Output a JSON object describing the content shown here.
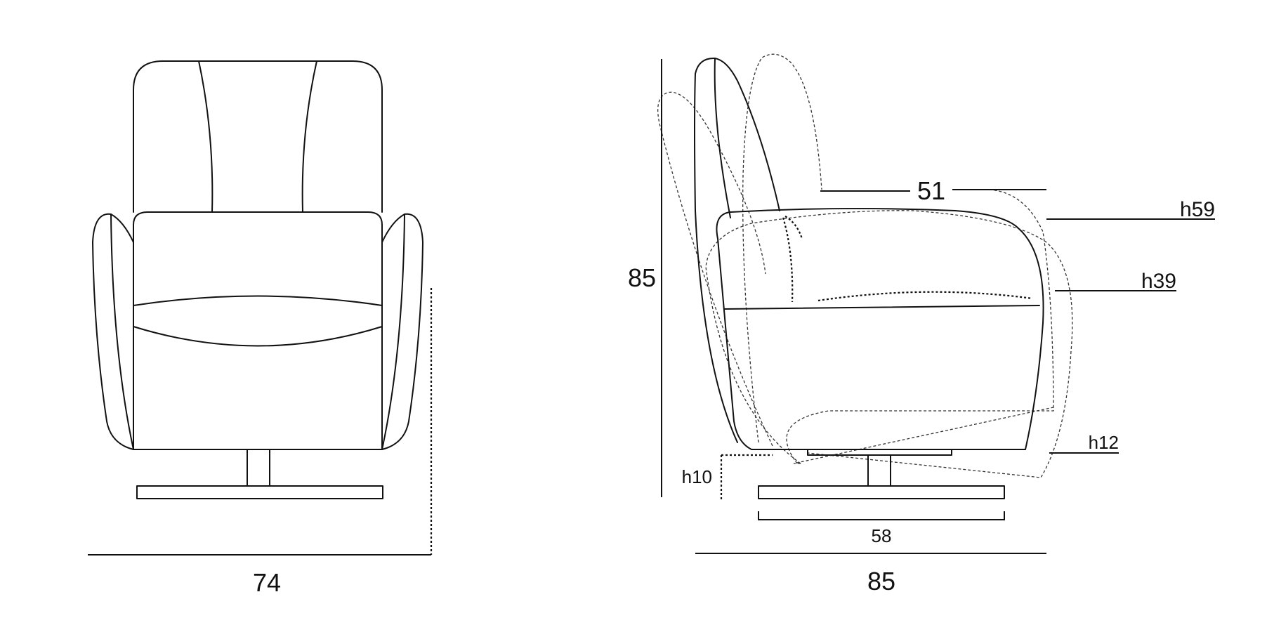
{
  "front_view": {
    "width_label": "74"
  },
  "side_view": {
    "height_label": "85",
    "seat_depth_label": "51",
    "arm_height_label": "h59",
    "seat_height_label": "h39",
    "base_height_label": "h12",
    "recline_clearance_label": "h10",
    "base_width_label": "58",
    "depth_label": "85"
  }
}
